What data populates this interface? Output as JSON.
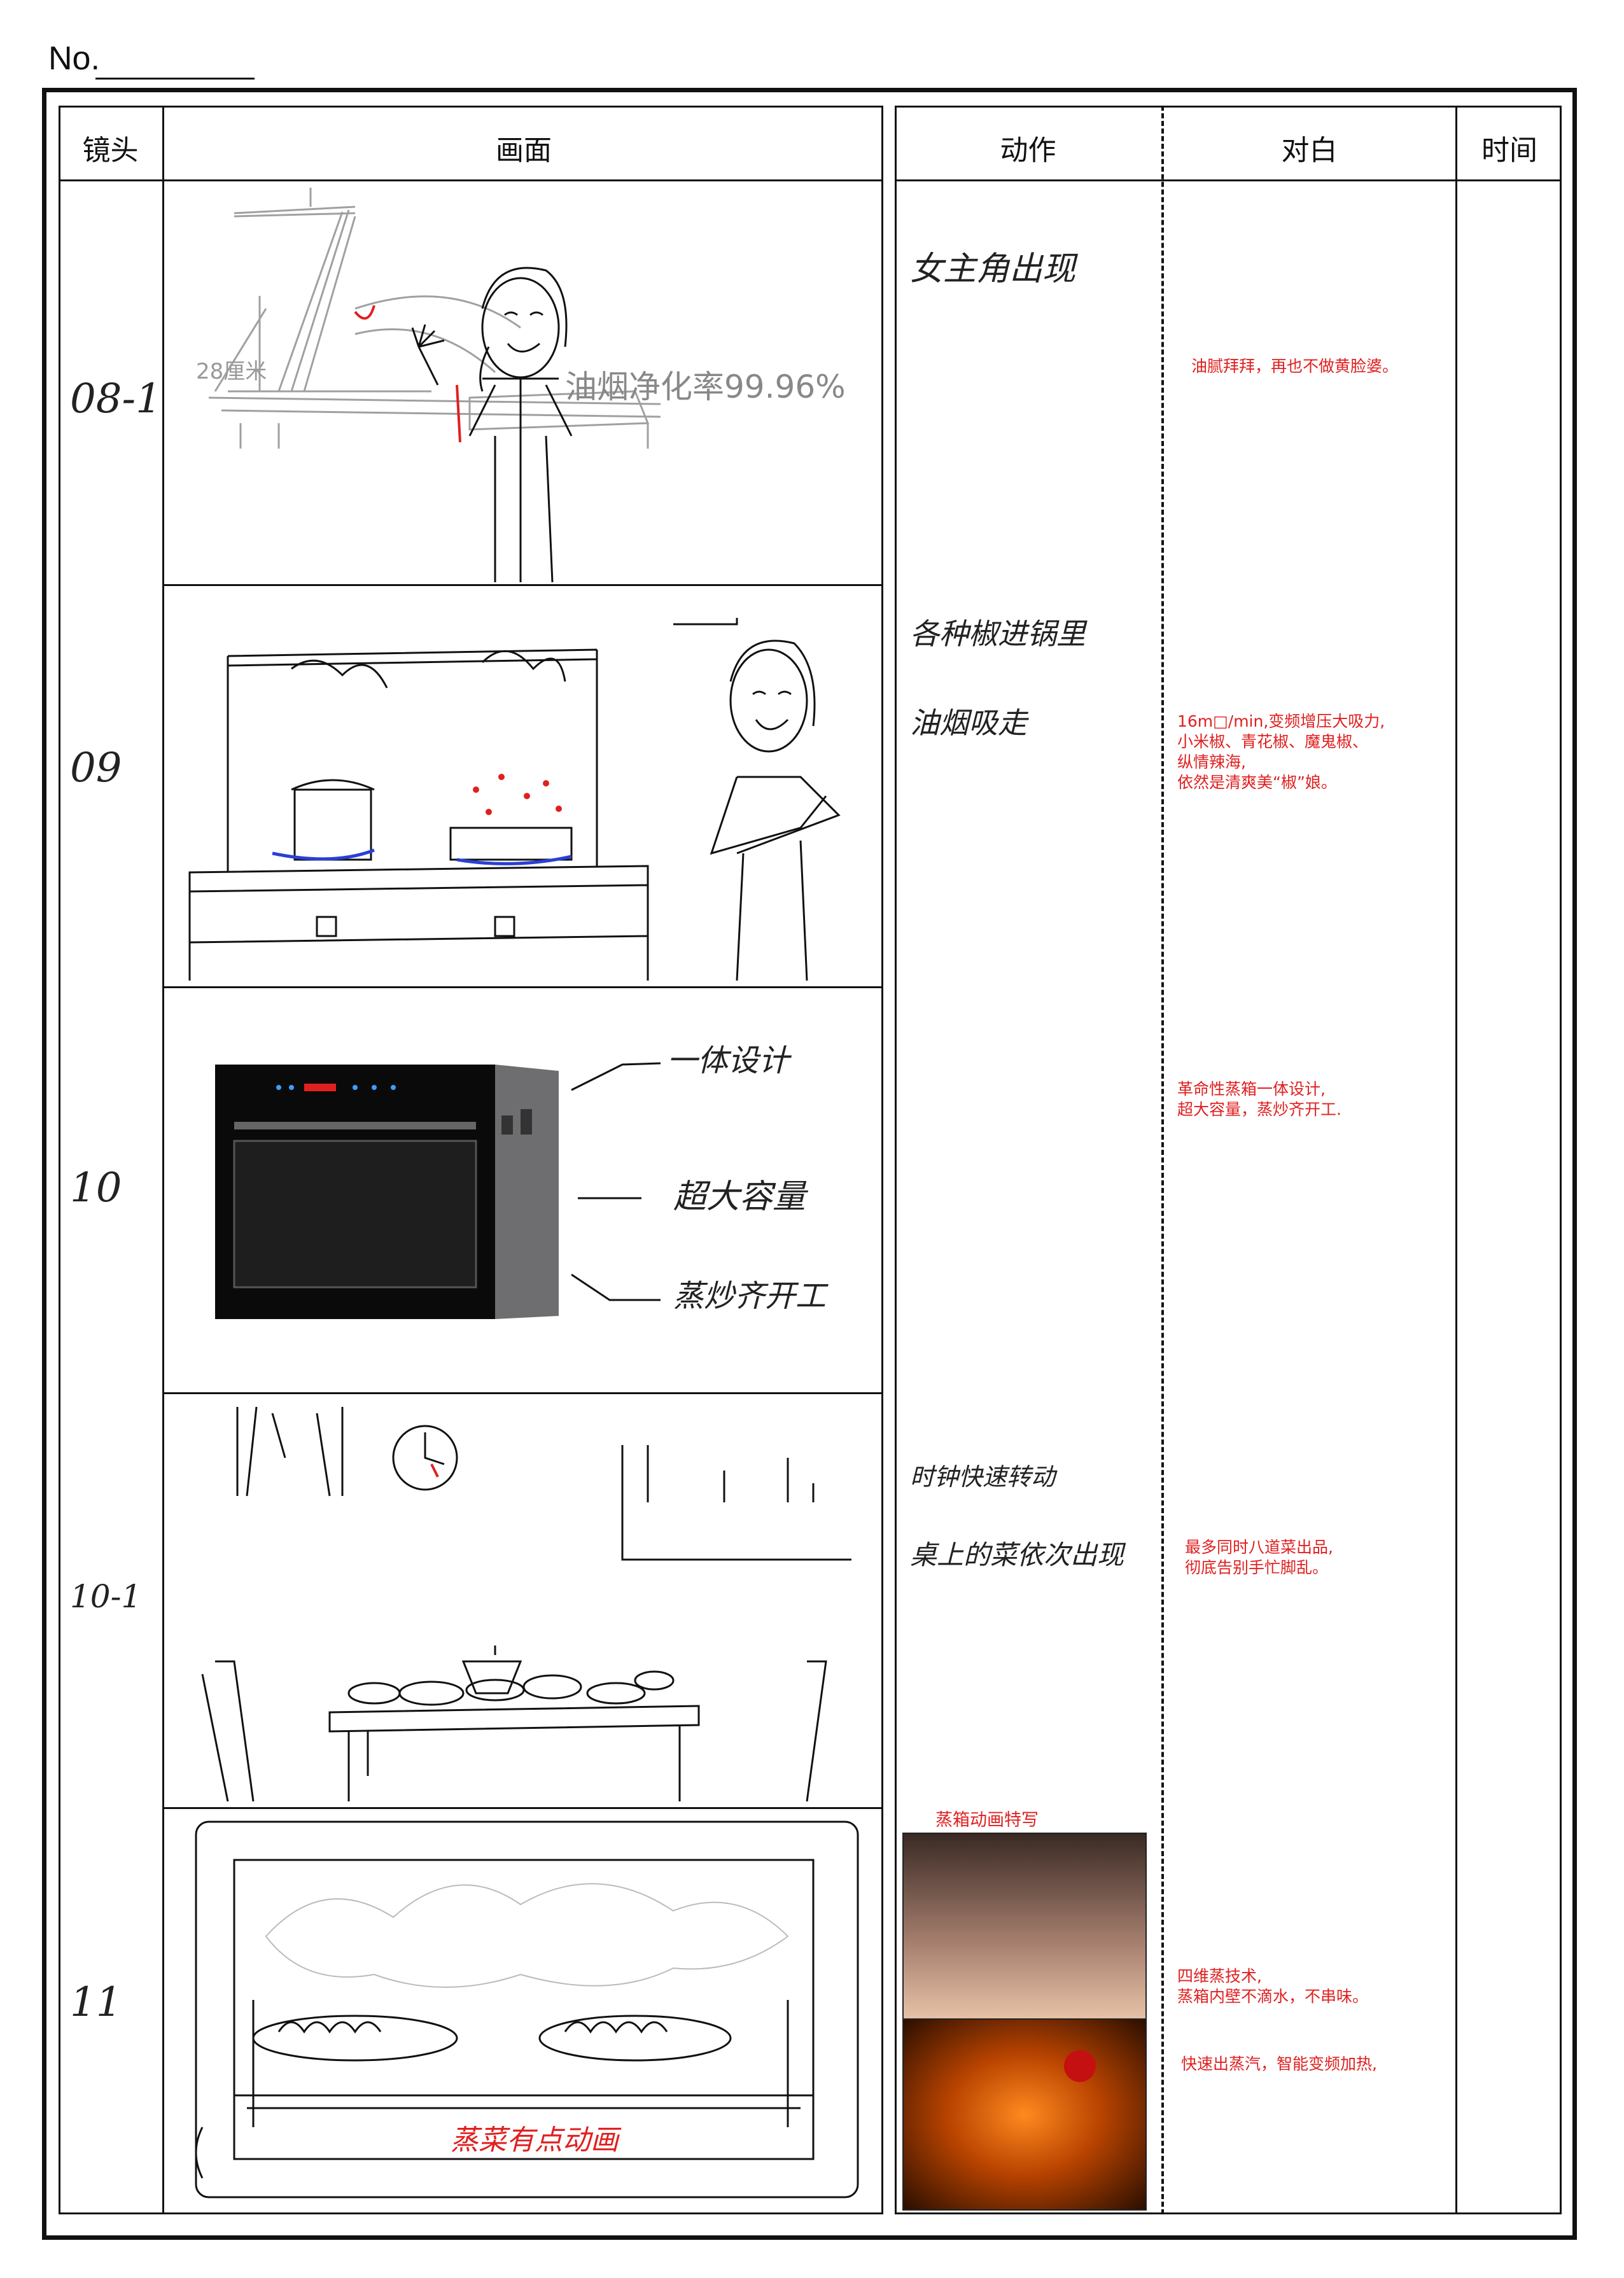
{
  "header": {
    "no_label": "No.",
    "col_shot": "镜头",
    "col_frame": "画面",
    "col_action": "动作",
    "col_dialog": "对白",
    "col_time": "时间"
  },
  "rows": [
    {
      "shot": "08-1",
      "action_lines": [
        "女主角出现"
      ],
      "dialog": [
        "油腻拜拜，再也不做黄脸婆。"
      ],
      "sketch_notes": [
        "28厘米",
        "油烟净化率99.96%"
      ]
    },
    {
      "shot": "09",
      "action_lines": [
        "各种椒进锅里",
        "油烟吸走"
      ],
      "dialog": [
        "16m□/min,变频增压大吸力,",
        "小米椒、青花椒、魔鬼椒、",
        "纵情辣海,",
        "依然是清爽美“椒”娘。"
      ]
    },
    {
      "shot": "10",
      "action_lines": [],
      "dialog": [
        "革命性蒸箱一体设计,",
        "超大容量，蒸炒齐开工."
      ],
      "sketch_notes": [
        "一体设计",
        "超大容量",
        "蒸炒齐开工"
      ]
    },
    {
      "shot": "10-1",
      "action_lines": [
        "时钟快速转动",
        "桌上的菜依次出现"
      ],
      "dialog": [
        "最多同时八道菜出品,",
        "彻底告别手忙脚乱。"
      ]
    },
    {
      "shot": "11",
      "action_lines": [],
      "action_note": "蒸箱动画特写",
      "dialog": [
        "四维蒸技术,",
        "蒸箱内壁不滴水，不串味。"
      ],
      "dialog2": [
        "快速出蒸汽，智能变频加热,"
      ],
      "sketch_notes": [
        "蒸菜有点动画"
      ]
    }
  ],
  "colors": {
    "ink": "#111111",
    "pencil": "#9a9a9a",
    "annotation_red": "#e02020",
    "flame_blue": "#2a3fd6"
  }
}
